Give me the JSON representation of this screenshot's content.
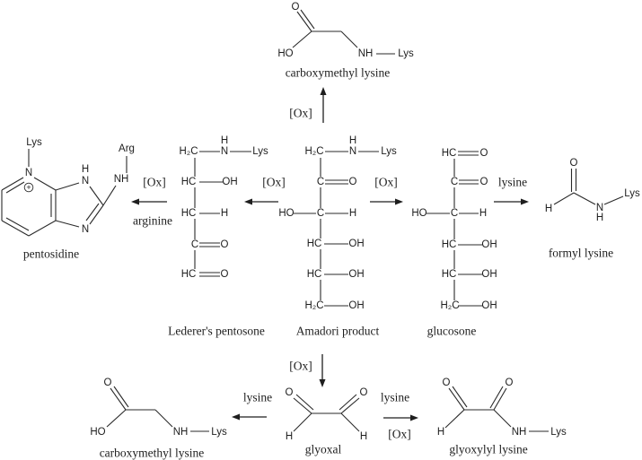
{
  "colors": {
    "ink": "#1e1e1e",
    "background": "#ffffff"
  },
  "figure": {
    "compounds": {
      "cml_top": {
        "name": "carboxymethyl lysine",
        "o": "O",
        "ho": "HO",
        "nh": "NH",
        "lys": "Lys"
      },
      "pentosidine": {
        "name": "pentosidine",
        "lys": "Lys",
        "n_ring": "N",
        "charge": "+",
        "nh_ring_h": "H",
        "nh_ring_n": "N",
        "n_imine": "N",
        "nh_side": "NH",
        "arg": "Arg"
      },
      "lederers_pentosone": {
        "name": "Lederer's pentosone",
        "n_h": "H",
        "rows": [
          {
            "center": "H₂C",
            "right": "N",
            "far": "Lys"
          },
          {
            "center": "HC",
            "right": "OH"
          },
          {
            "center": "HC",
            "right": "H"
          },
          {
            "center": "C",
            "right": "O"
          },
          {
            "center": "HC",
            "right": "O"
          }
        ]
      },
      "amadori_product": {
        "name": "Amadori product",
        "n_h": "H",
        "rows": [
          {
            "center": "H₂C",
            "right": "N",
            "far": "Lys"
          },
          {
            "center": "C",
            "right": "O"
          },
          {
            "left": "HO",
            "center": "C",
            "right": "H"
          },
          {
            "center": "HC",
            "right": "OH"
          },
          {
            "center": "HC",
            "right": "OH"
          },
          {
            "center": "H₂C",
            "right": "OH"
          }
        ]
      },
      "glucosone": {
        "name": "glucosone",
        "rows": [
          {
            "center": "HC",
            "right": "O"
          },
          {
            "center": "C",
            "right": "O"
          },
          {
            "left": "HO",
            "center": "C",
            "right": "H"
          },
          {
            "center": "HC",
            "right": "OH"
          },
          {
            "center": "HC",
            "right": "OH"
          },
          {
            "center": "H₂C",
            "right": "OH"
          }
        ]
      },
      "formyl_lysine": {
        "name": "formyl lysine",
        "o": "O",
        "h": "H",
        "n": "N",
        "n_h": "H",
        "lys": "Lys"
      },
      "glyoxal": {
        "name": "glyoxal",
        "o_left": "O",
        "o_right": "O",
        "h_left": "H",
        "h_right": "H"
      },
      "cml_bottom": {
        "name": "carboxymethyl lysine",
        "o": "O",
        "ho": "HO",
        "nh": "NH",
        "lys": "Lys"
      },
      "glyoxylyl_lysine": {
        "name": "glyoxylyl lysine",
        "o_left": "O",
        "o_right": "O",
        "h": "H",
        "nh": "NH",
        "lys": "Lys"
      }
    },
    "reactions": {
      "amadori_to_cml": {
        "condition": "[Ox]"
      },
      "lederers_to_pentosidine": {
        "above": "[Ox]",
        "below": "arginine"
      },
      "amadori_to_lederers": {
        "above": "[Ox]"
      },
      "amadori_to_glucosone": {
        "above": "[Ox]"
      },
      "glucosone_to_formyl_lysine": {
        "above": "lysine"
      },
      "amadori_to_glyoxal": {
        "condition": "[Ox]"
      },
      "glyoxal_to_cml": {
        "above": "lysine"
      },
      "glyoxal_to_glyoxylyl_lysine": {
        "above": "lysine",
        "below": "[Ox]"
      }
    }
  }
}
